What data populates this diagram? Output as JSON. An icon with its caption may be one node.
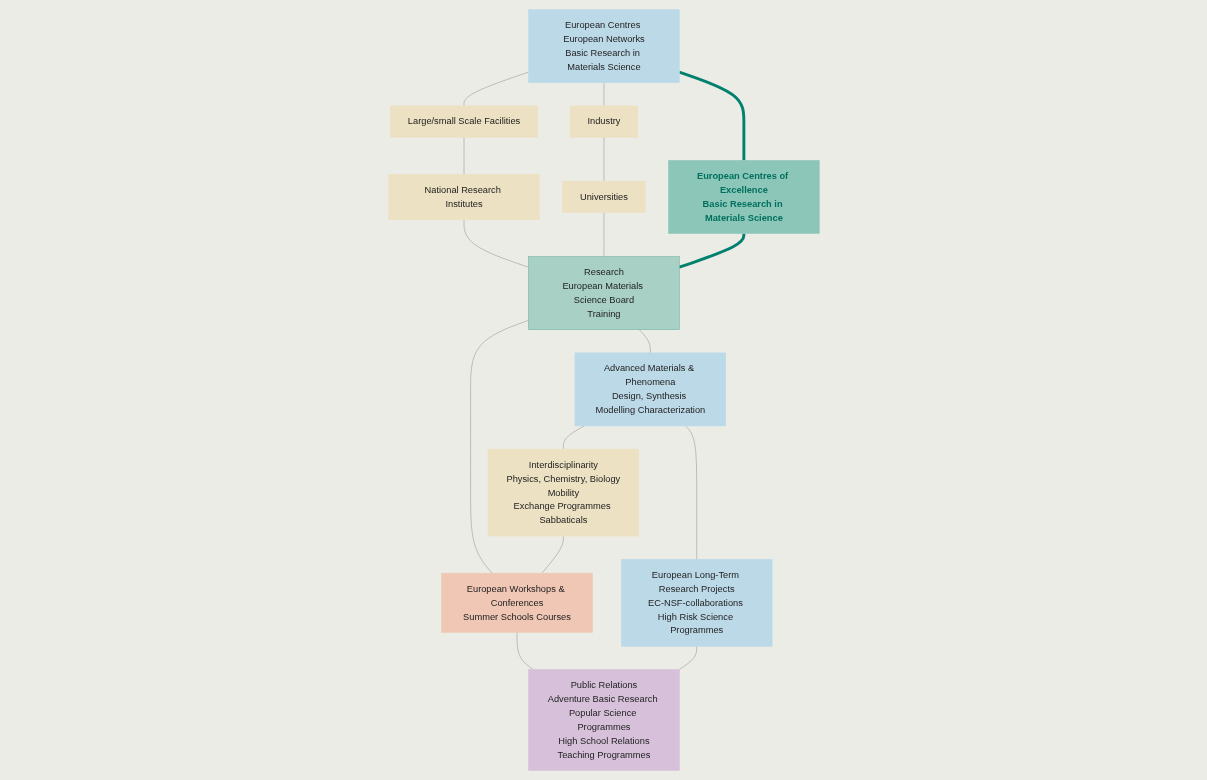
{
  "diagram": {
    "nodes": [
      {
        "text": [
          "European Centres European Networks",
          "Basic Research in Materials Science"
        ]
      },
      {
        "text": [
          "Large/small Scale Facilities"
        ]
      },
      {
        "text": [
          "Industry"
        ]
      },
      {
        "text": [
          "European Centres of Excellence",
          "Basic Research in Materials Science"
        ]
      },
      {
        "text": [
          "National Research Institutes"
        ]
      },
      {
        "text": [
          "Universities"
        ]
      },
      {
        "text": [
          "Research",
          "European Materials Science Board",
          "Training"
        ]
      },
      {
        "text": [
          "Advanced Materials & Phenomena",
          "Design, Synthesis Modelling Characterization"
        ]
      },
      {
        "text": [
          "Interdisciplinarity",
          "Physics, Chemistry, Biology",
          "Mobility",
          "Exchange Programmes Sabbaticals"
        ]
      },
      {
        "text": [
          "European Workshops & Conferences",
          "Summer Schools Courses"
        ]
      },
      {
        "text": [
          "European Long-Term Research Projects",
          "EC-NSF-collaborations High Risk Science Programmes"
        ]
      },
      {
        "text": [
          "Public Relations",
          "Adventure Basic Research Popular Science Programmes",
          "High School Relations",
          "Teaching Programmes"
        ]
      }
    ],
    "edges": [
      {
        "from": 0,
        "to": 1,
        "arrow": "none"
      },
      {
        "from": 1,
        "to": 4,
        "arrow": "none"
      },
      {
        "from": 4,
        "to": 6,
        "arrow": "none"
      },
      {
        "from": 6,
        "to": 7,
        "arrow": "none"
      },
      {
        "from": 7,
        "to": 10,
        "arrow": "none"
      },
      {
        "from": 0,
        "to": 2,
        "arrow": "none"
      },
      {
        "from": 2,
        "to": 5,
        "arrow": "none"
      },
      {
        "from": 5,
        "to": 6,
        "arrow": "none"
      },
      {
        "from": 6,
        "to": 9,
        "arrow": "none"
      },
      {
        "from": 9,
        "to": 11,
        "arrow": "none"
      },
      {
        "from": 0,
        "to": 3,
        "arrow": "none",
        "style": "thick",
        "color": "#00806e"
      },
      {
        "from": 3,
        "to": 6,
        "arrow": "none",
        "style": "thick",
        "color": "#00806e"
      },
      {
        "from": 7,
        "to": 8,
        "arrow": "none"
      },
      {
        "from": 8,
        "to": 9,
        "arrow": "none"
      },
      {
        "from": 10,
        "to": 11,
        "arrow": "none"
      }
    ]
  }
}
